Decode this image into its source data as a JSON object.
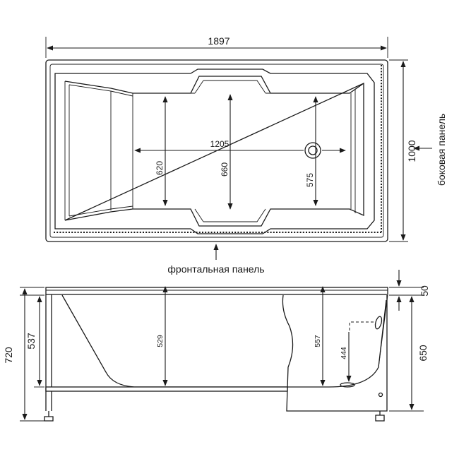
{
  "top_view": {
    "overall_length": "1897",
    "overall_width": "1000",
    "inner_length": "1205",
    "inner_width_left": "620",
    "inner_width_center": "660",
    "inner_width_right": "575",
    "side_panel_label": "боковая панель",
    "front_panel_label": "фронтальная панель"
  },
  "side_view": {
    "total_height": "720",
    "frame_height": "537",
    "depth_left": "529",
    "depth_right": "557",
    "overflow_height": "444",
    "rim_thickness": "50",
    "panel_height": "650"
  }
}
